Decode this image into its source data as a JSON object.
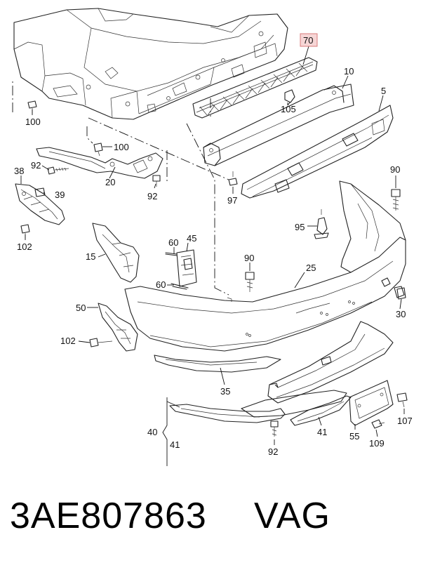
{
  "diagram": {
    "labels": {
      "l70": "70",
      "l10": "10",
      "l5": "5",
      "l100a": "100",
      "l105": "105",
      "l100b": "100",
      "l38": "38",
      "l92a": "92",
      "l20": "20",
      "l39": "39",
      "l92b": "92",
      "l97": "97",
      "l90a": "90",
      "l102a": "102",
      "l95": "95",
      "l60a": "60",
      "l45": "45",
      "l15": "15",
      "l90b": "90",
      "l25": "25",
      "l60b": "60",
      "l50": "50",
      "l30": "30",
      "l102b": "102",
      "l35": "35",
      "l107": "107",
      "l40": "40",
      "l41a": "41",
      "l41b": "41",
      "l92c": "92",
      "l55": "55",
      "l109": "109"
    },
    "highlight_color": "#d97b7b"
  },
  "footer": {
    "part_number": "3AE807863",
    "brand": "VAG"
  }
}
